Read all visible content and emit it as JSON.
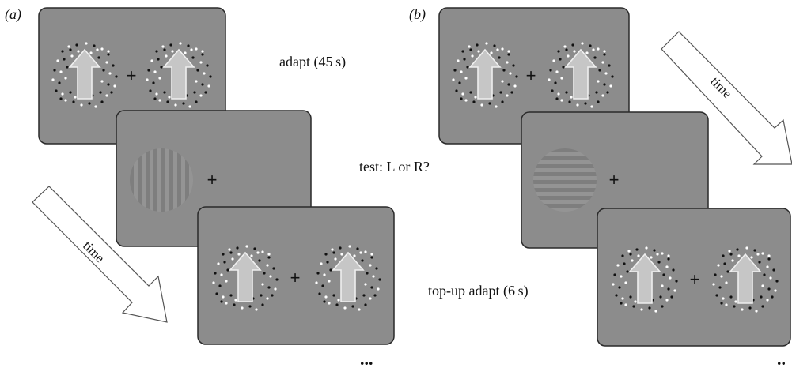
{
  "panels": {
    "a": {
      "label": "(a)",
      "adapt_label": "adapt (45 s)",
      "test_label": "test: L or R?",
      "topup_label": "top-up adapt (6 s)",
      "time_label": "time",
      "ellipsis": "..."
    },
    "b": {
      "label": "(b)",
      "time_label": "time",
      "ellipsis": ".."
    }
  },
  "fixation_cross": "+",
  "colors": {
    "screen_fill": "#8c8c8c",
    "screen_stroke": "#2a2a2a",
    "arrow_fill": "#c6c6c6",
    "grating_dark": "#7c7c7c",
    "grating_light": "#969696"
  }
}
